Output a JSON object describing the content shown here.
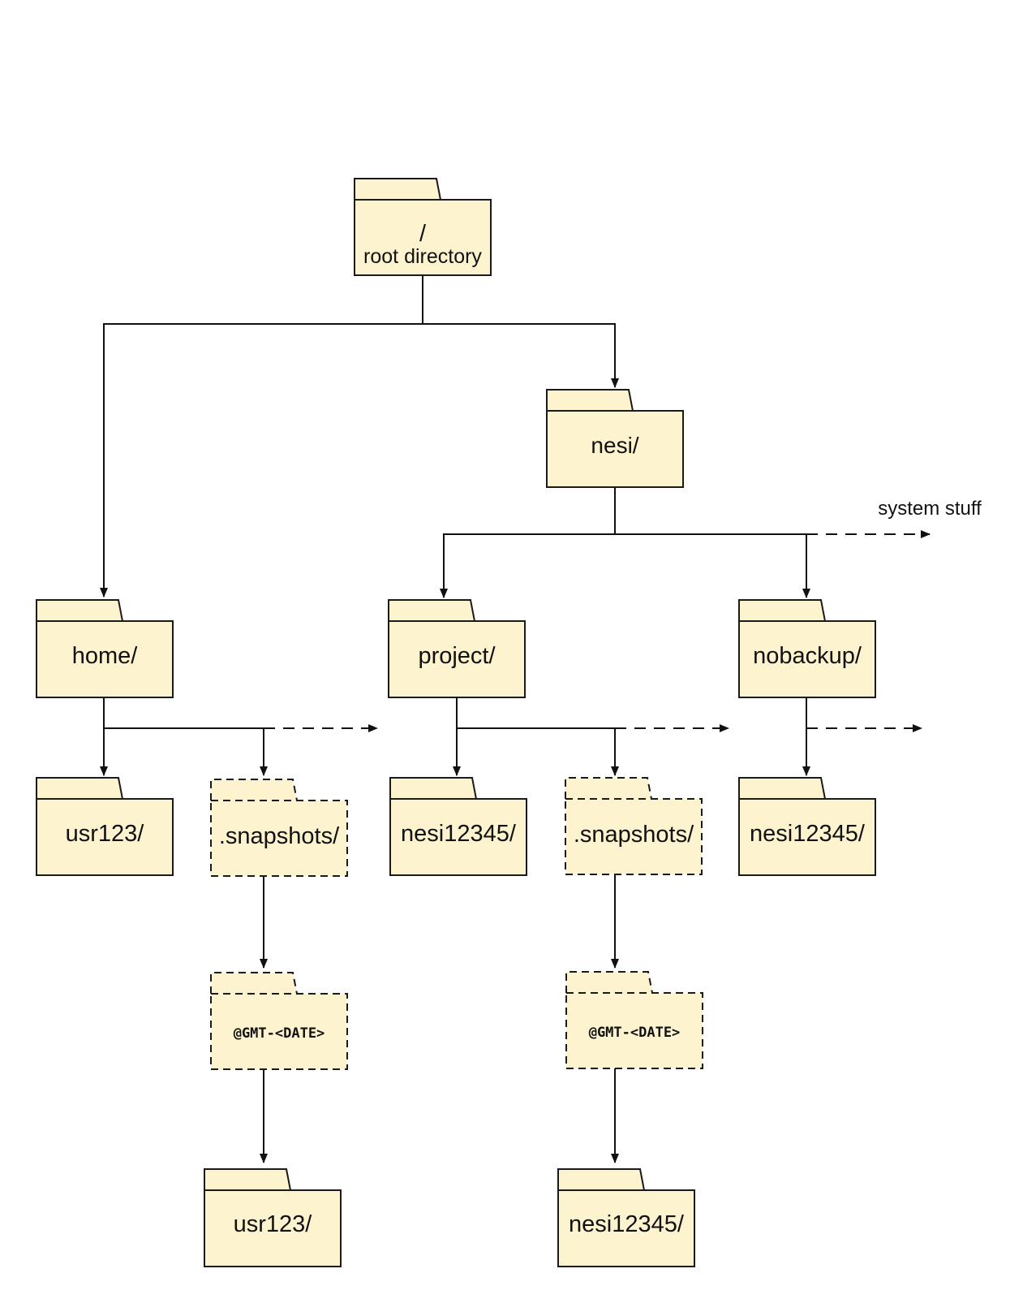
{
  "nodes": {
    "root": {
      "name": "/",
      "subtitle": "root directory"
    },
    "nesi": {
      "name": "nesi/"
    },
    "home": {
      "name": "home/"
    },
    "project": {
      "name": "project/"
    },
    "nobackup": {
      "name": "nobackup/"
    },
    "home_usr": {
      "name": "usr123/"
    },
    "home_snapshots": {
      "name": ".snapshots/"
    },
    "home_gmt": {
      "name": "@GMT-<DATE>"
    },
    "home_snap_usr": {
      "name": "usr123/"
    },
    "project_nesi": {
      "name": "nesi12345/"
    },
    "project_snapshots": {
      "name": ".snapshots/"
    },
    "project_gmt": {
      "name": "@GMT-<DATE>"
    },
    "project_snap_nesi": {
      "name": "nesi12345/"
    },
    "nobackup_nesi": {
      "name": "nesi12345/"
    }
  },
  "annotations": {
    "system_stuff": "system stuff"
  },
  "colors": {
    "folder_fill": "#fdf4cf",
    "stroke": "#1a1a1a"
  }
}
